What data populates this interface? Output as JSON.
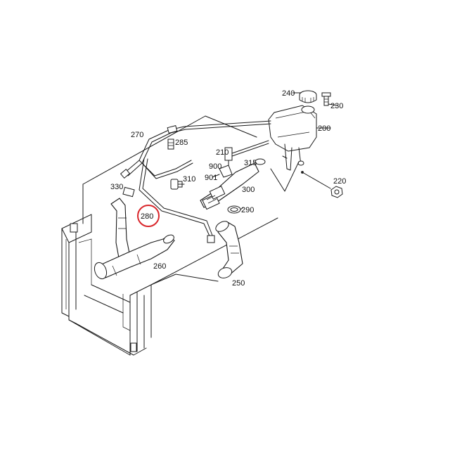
{
  "highlight_color": "#d9262b",
  "labels": {
    "l240": "240",
    "l230": "230",
    "l200": "200",
    "l270": "270",
    "l285": "285",
    "l210": "210",
    "l900": "900",
    "l315": "315",
    "l310": "310",
    "l901": "901",
    "l220": "220",
    "l330": "330",
    "l300": "300",
    "l290": "290",
    "l280": "280",
    "l260": "260",
    "l250": "250"
  }
}
